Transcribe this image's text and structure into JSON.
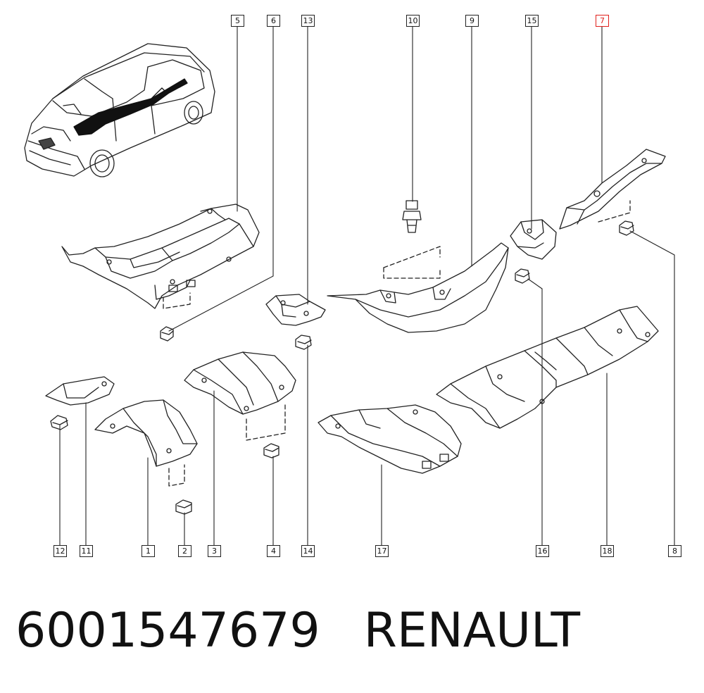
{
  "diagram": {
    "callouts": [
      {
        "id": "5",
        "label": "5"
      },
      {
        "id": "6",
        "label": "6"
      },
      {
        "id": "13",
        "label": "13"
      },
      {
        "id": "10",
        "label": "10"
      },
      {
        "id": "9",
        "label": "9"
      },
      {
        "id": "15",
        "label": "15"
      },
      {
        "id": "7",
        "label": "7",
        "highlighted": true
      },
      {
        "id": "12",
        "label": "12"
      },
      {
        "id": "11",
        "label": "11"
      },
      {
        "id": "1",
        "label": "1"
      },
      {
        "id": "2",
        "label": "2"
      },
      {
        "id": "3",
        "label": "3"
      },
      {
        "id": "4",
        "label": "4"
      },
      {
        "id": "14",
        "label": "14"
      },
      {
        "id": "17",
        "label": "17"
      },
      {
        "id": "16",
        "label": "16"
      },
      {
        "id": "18",
        "label": "18"
      },
      {
        "id": "8",
        "label": "8"
      }
    ],
    "highlight_color": "#e0201c",
    "line_color": "#222222"
  },
  "caption": {
    "part_number": "6001547679",
    "brand": "RENAULT"
  }
}
